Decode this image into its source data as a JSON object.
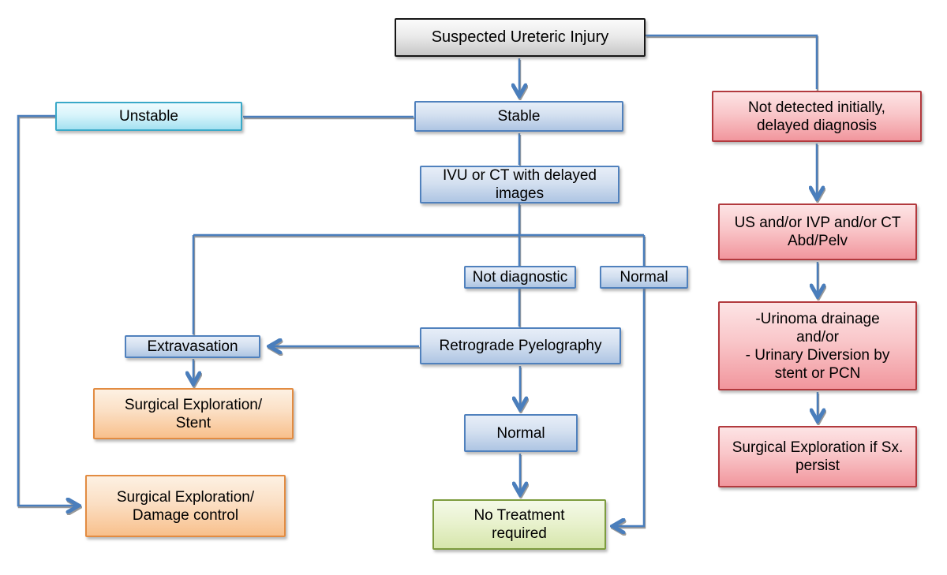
{
  "diagram": {
    "type": "flowchart",
    "subject": "Suspected Ureteric Injury management algorithm",
    "nodes": {
      "suspected": {
        "label": "Suspected Ureteric Injury",
        "color": "gray"
      },
      "unstable": {
        "label": "Unstable",
        "color": "cyan"
      },
      "stable": {
        "label": "Stable",
        "color": "blue"
      },
      "ivu": {
        "label": [
          "IVU or CT with delayed",
          "images"
        ],
        "color": "blue"
      },
      "not_diagnostic": {
        "label": "Not diagnostic",
        "color": "blue"
      },
      "normal_upper": {
        "label": "Normal",
        "color": "blue"
      },
      "extravasation": {
        "label": "Extravasation",
        "color": "blue"
      },
      "retrograde": {
        "label": "Retrograde Pyelography",
        "color": "blue"
      },
      "surgical_stent": {
        "label": [
          "Surgical Exploration/",
          "Stent"
        ],
        "color": "orange"
      },
      "normal_lower": {
        "label": "Normal",
        "color": "blue"
      },
      "surgical_damage": {
        "label": [
          "Surgical Exploration/",
          "Damage control"
        ],
        "color": "orange"
      },
      "no_treatment": {
        "label": [
          "No Treatment",
          "required"
        ],
        "color": "green"
      },
      "not_detected": {
        "label": [
          "Not detected initially,",
          "delayed diagnosis"
        ],
        "color": "red"
      },
      "us_ivp": {
        "label": [
          "US and/or IVP and/or CT",
          "Abd/Pelv"
        ],
        "color": "red"
      },
      "urinoma": {
        "label": [
          "-Urinoma drainage",
          "and/or",
          "- Urinary Diversion by",
          "stent or PCN"
        ],
        "color": "red"
      },
      "surgical_sx": {
        "label": [
          "Surgical Exploration if Sx.",
          "persist"
        ],
        "color": "red"
      }
    },
    "edges": [
      {
        "from": "suspected",
        "to": "stable",
        "arrow": true
      },
      {
        "from": "suspected",
        "to": "not_detected",
        "arrow": false
      },
      {
        "from": "unstable",
        "to": "stable",
        "arrow": false
      },
      {
        "from": "unstable",
        "to": "surgical_damage",
        "arrow": true
      },
      {
        "from": "stable",
        "to": "ivu",
        "arrow": false
      },
      {
        "from": "ivu",
        "to": "retrograde",
        "arrow": false,
        "via": "not_diagnostic"
      },
      {
        "from": "ivu",
        "to": "extravasation",
        "arrow": false
      },
      {
        "from": "ivu",
        "to": "no_treatment",
        "arrow": true,
        "via": "normal_upper"
      },
      {
        "from": "retrograde",
        "to": "extravasation",
        "arrow": true
      },
      {
        "from": "extravasation",
        "to": "surgical_stent",
        "arrow": true
      },
      {
        "from": "retrograde",
        "to": "normal_lower",
        "arrow": true
      },
      {
        "from": "normal_lower",
        "to": "no_treatment",
        "arrow": true
      },
      {
        "from": "not_detected",
        "to": "us_ivp",
        "arrow": true
      },
      {
        "from": "us_ivp",
        "to": "urinoma",
        "arrow": true
      },
      {
        "from": "urinoma",
        "to": "surgical_sx",
        "arrow": true
      }
    ],
    "colors": {
      "connector_blue": "#4a7ebc",
      "connector_shadow_gray": "#878787",
      "node_gray": {
        "border": "#161616",
        "fill_top": "#fbfbfb",
        "fill_bottom": "#c7c7c7"
      },
      "node_cyan": {
        "border": "#3aa9c8",
        "fill_top": "#effbfe",
        "fill_bottom": "#a4e1f1"
      },
      "node_blue": {
        "border": "#5081bd",
        "fill_top": "#e7eef8",
        "fill_bottom": "#aec5e3"
      },
      "node_orange": {
        "border": "#e28c42",
        "fill_top": "#fdf1e3",
        "fill_bottom": "#f8c08c"
      },
      "node_red": {
        "border": "#b23a3e",
        "fill_top": "#fde4e5",
        "fill_bottom": "#f1969d"
      },
      "node_green": {
        "border": "#7d9c3e",
        "fill_top": "#f4f9e8",
        "fill_bottom": "#d6e6ab"
      }
    }
  }
}
